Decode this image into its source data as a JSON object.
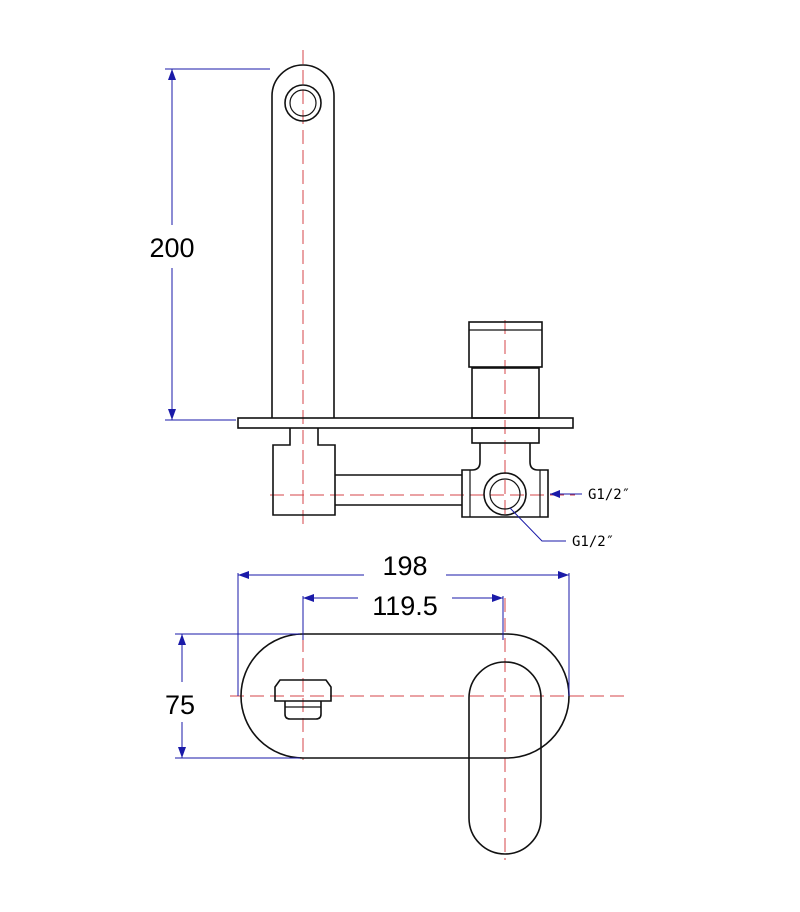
{
  "dimensions": {
    "spout_height": "200",
    "overall_width": "198",
    "center_distance": "119.5",
    "plate_height": "75"
  },
  "callouts": {
    "inlet_side": "G1/2″",
    "inlet_bottom": "G1/2″"
  },
  "colors": {
    "outline": "#111111",
    "centerline": "#d6454a",
    "dimension": "#1a1aa8"
  }
}
